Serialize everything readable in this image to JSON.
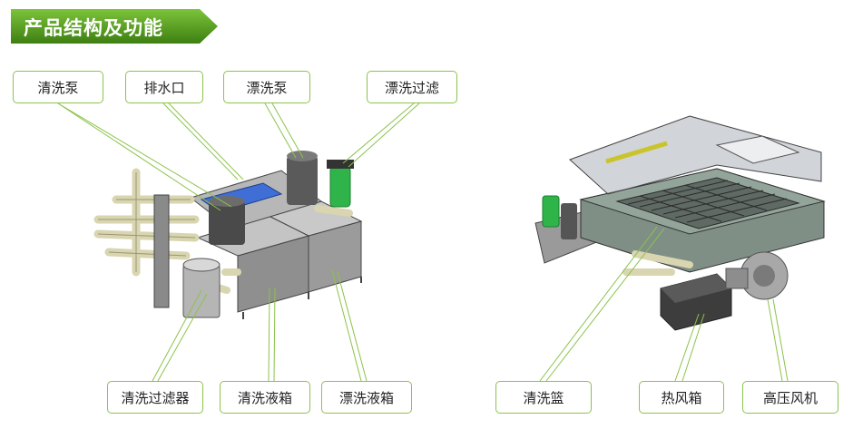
{
  "header": {
    "title": "产品结构及功能"
  },
  "labels": {
    "wash_pump": "清洗泵",
    "drain_outlet": "排水口",
    "rinse_pump": "漂洗泵",
    "rinse_filter": "漂洗过滤",
    "wash_filter": "清洗过滤器",
    "wash_tank": "清洗液箱",
    "rinse_tank": "漂洗液箱",
    "wash_basket": "清洗篮",
    "hot_air_box": "热风箱",
    "high_pressure_blower": "高压风机"
  },
  "colors": {
    "banner_green": "#5aa01e",
    "leader_green": "#8bc34a",
    "machine_gray": "#8a8a8a",
    "pipe_beige": "#d8d5b0",
    "pump_blue": "#3f6fd6",
    "filter_green": "#2fb44a"
  }
}
